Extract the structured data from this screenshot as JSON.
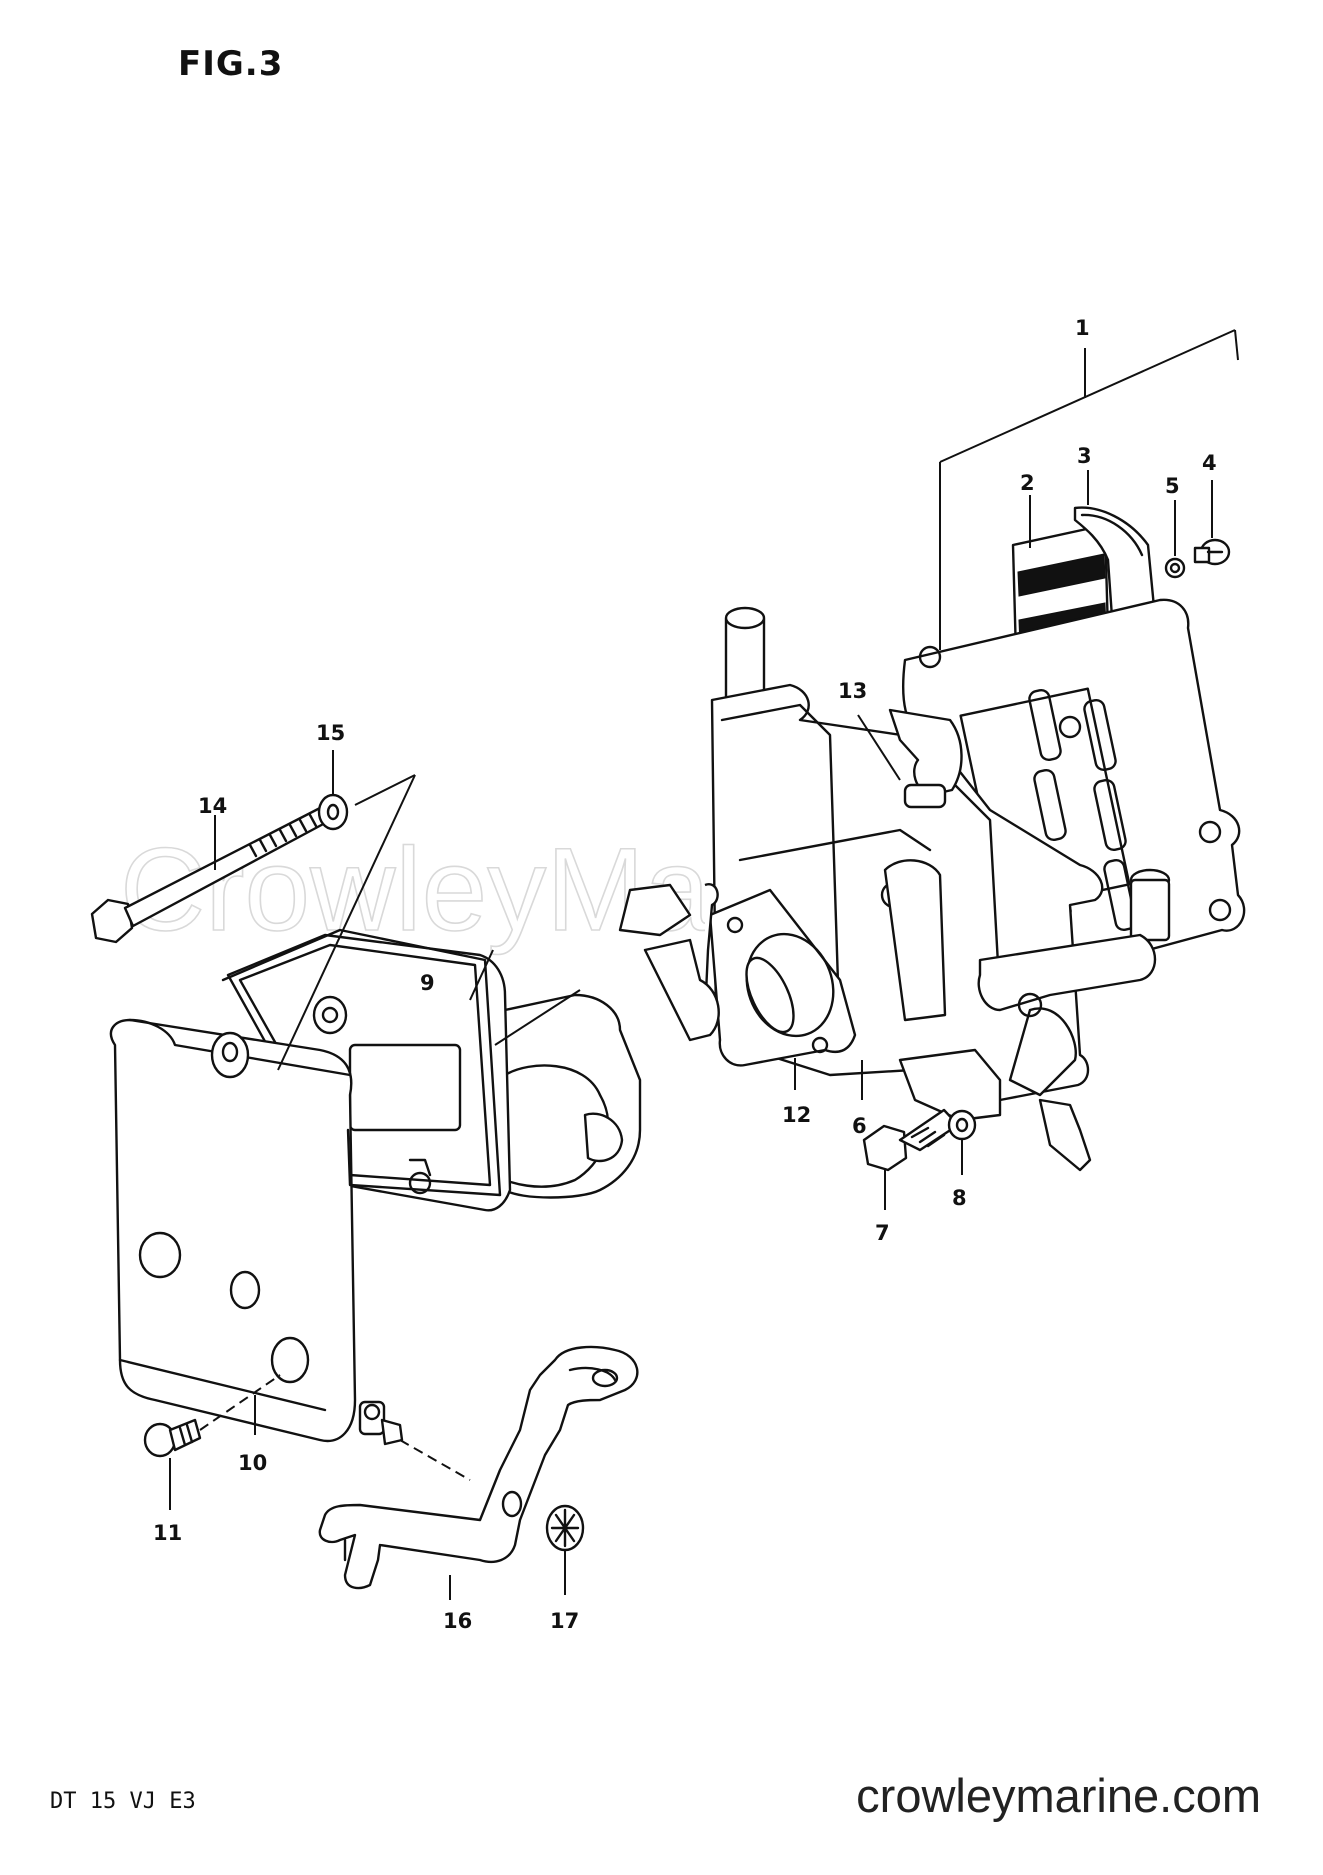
{
  "figure": {
    "title": "FIG.3",
    "model_code": "DT 15 VJ E3"
  },
  "watermark": {
    "text": "CrowleyMarine"
  },
  "footer": {
    "site": "crowleymarine.com"
  },
  "callouts": [
    {
      "id": "1",
      "label": "1"
    },
    {
      "id": "2",
      "label": "2"
    },
    {
      "id": "3",
      "label": "3"
    },
    {
      "id": "4",
      "label": "4"
    },
    {
      "id": "5",
      "label": "5"
    },
    {
      "id": "6",
      "label": "6"
    },
    {
      "id": "7",
      "label": "7"
    },
    {
      "id": "8",
      "label": "8"
    },
    {
      "id": "9",
      "label": "9"
    },
    {
      "id": "10",
      "label": "10"
    },
    {
      "id": "11",
      "label": "11"
    },
    {
      "id": "12",
      "label": "12"
    },
    {
      "id": "13",
      "label": "13"
    },
    {
      "id": "14",
      "label": "14"
    },
    {
      "id": "15",
      "label": "15"
    },
    {
      "id": "16",
      "label": "16"
    },
    {
      "id": "17",
      "label": "17"
    }
  ],
  "colors": {
    "ink": "#111111",
    "background": "#ffffff",
    "watermark": "#d9d9d9"
  }
}
